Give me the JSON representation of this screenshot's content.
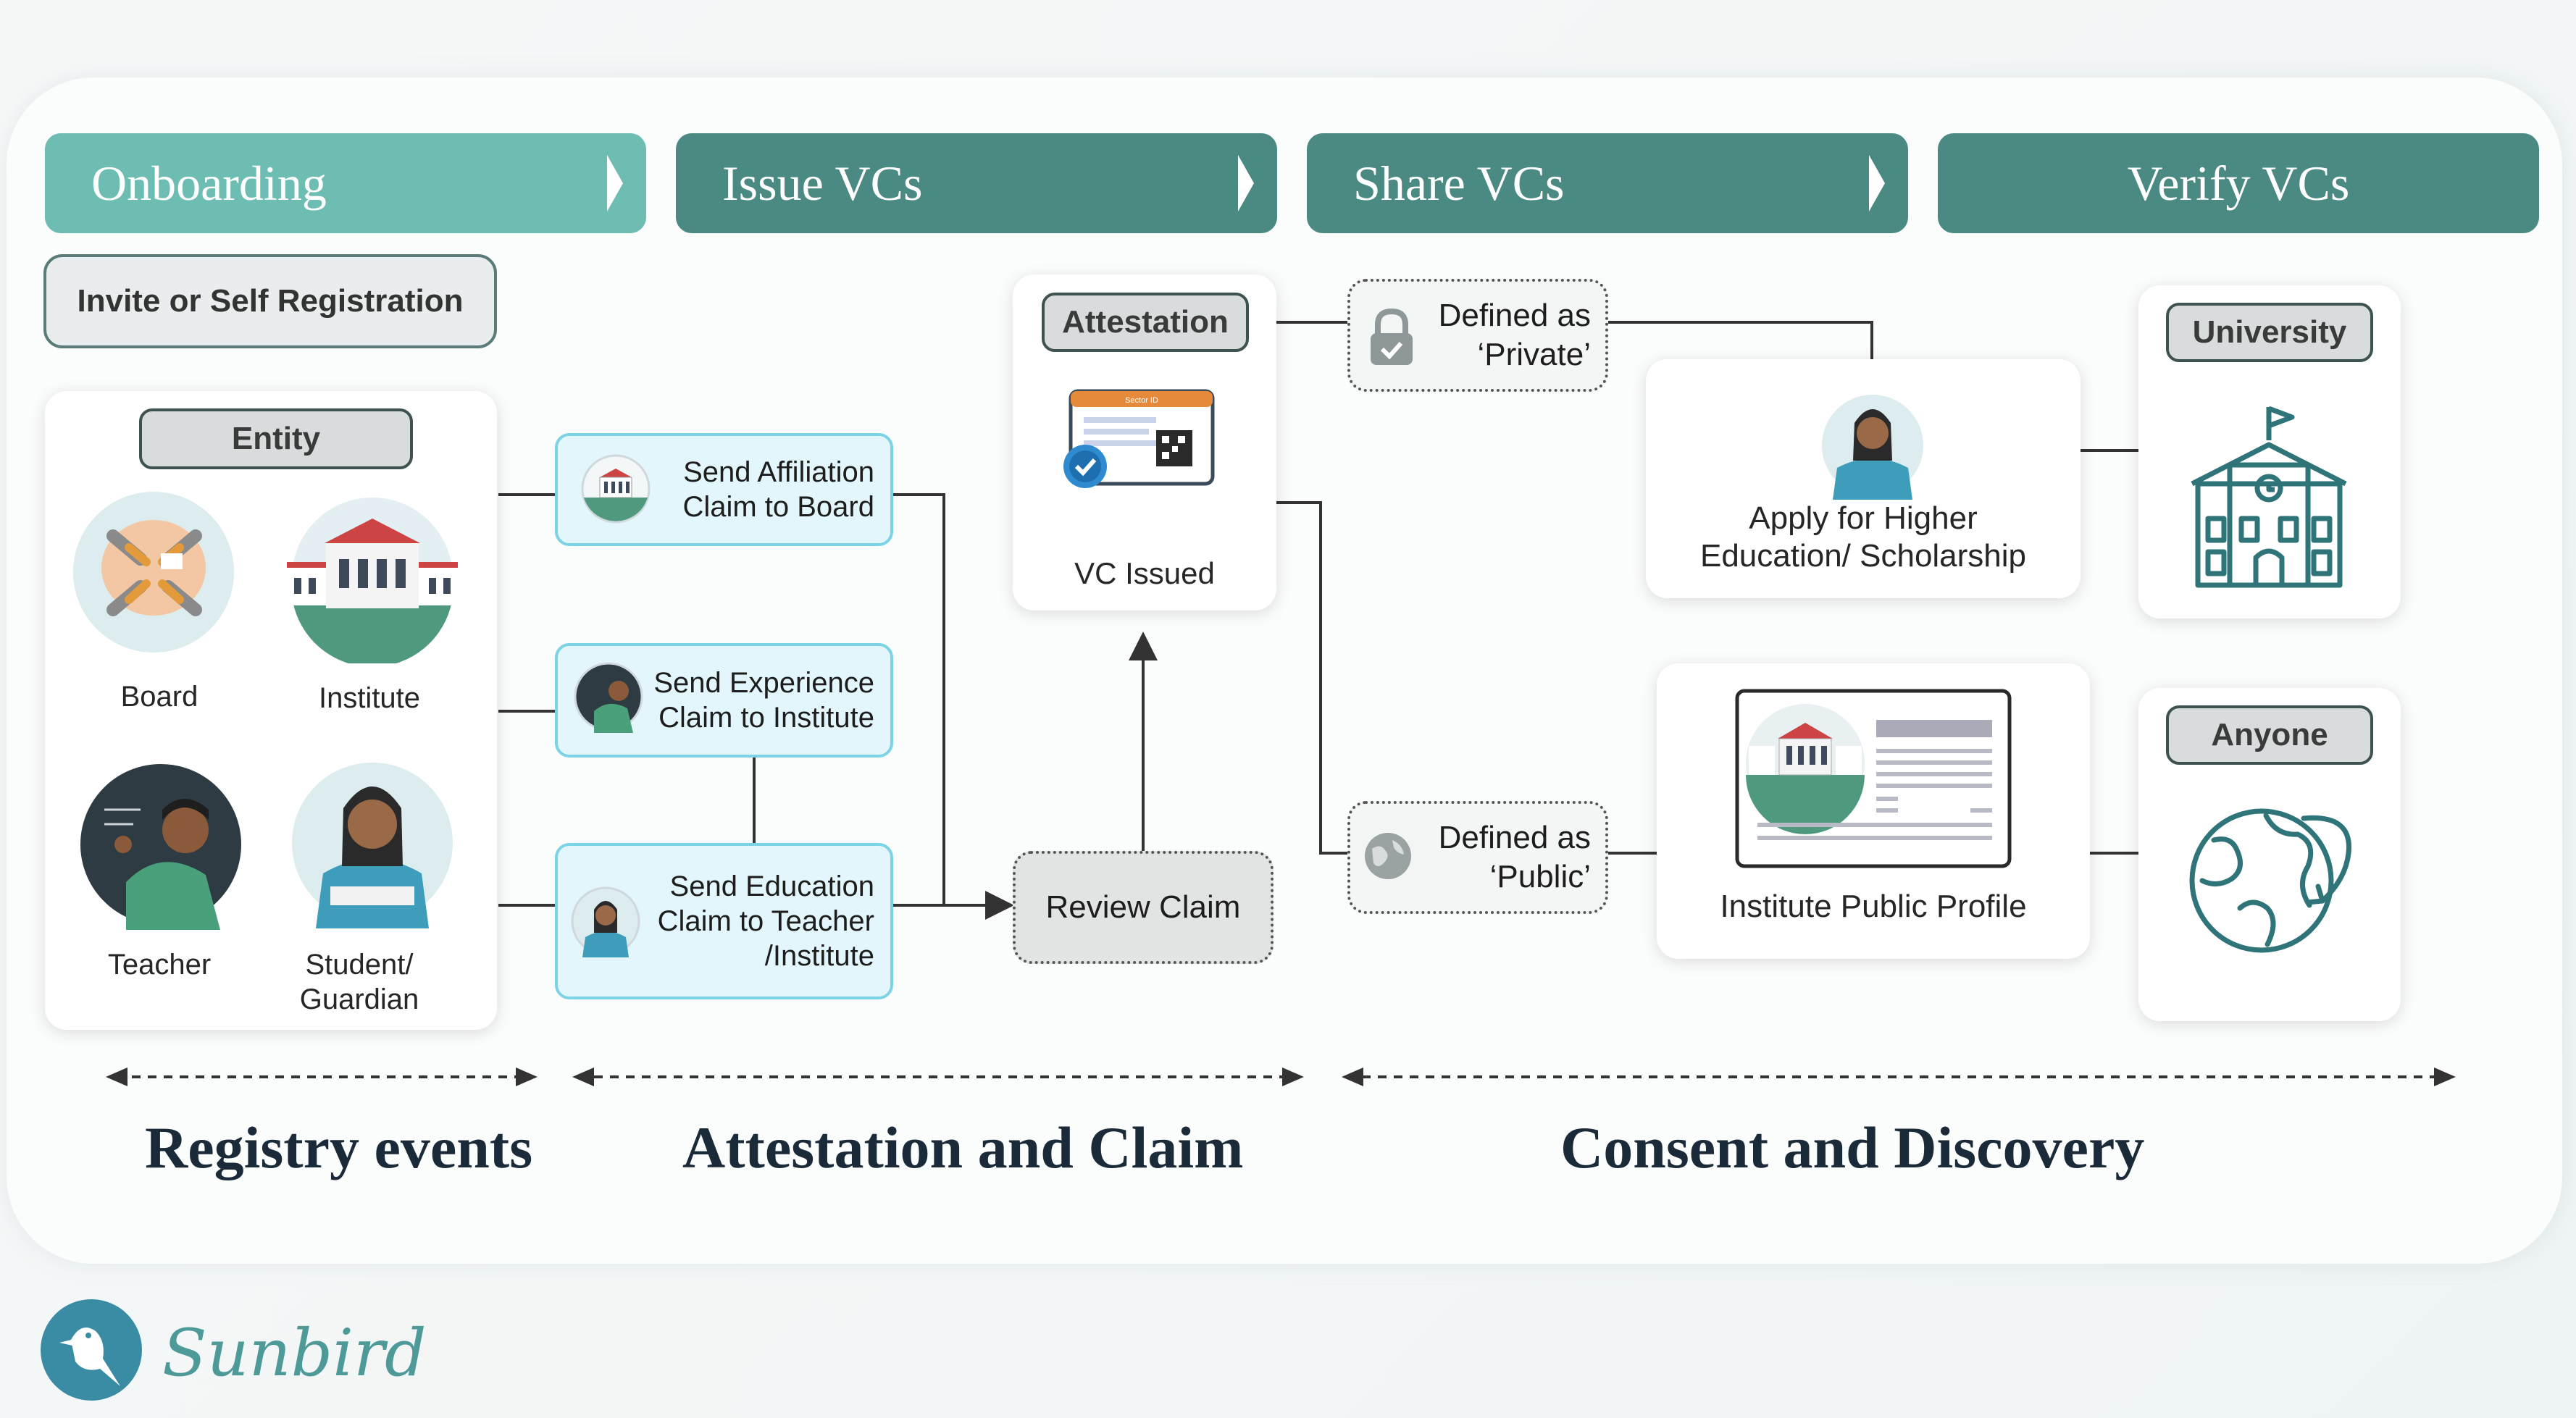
{
  "phases": [
    "Onboarding",
    "Issue VCs",
    "Share VCs",
    "Verify VCs"
  ],
  "registration": "Invite or Self Registration",
  "entity": {
    "title": "Entity",
    "items": [
      "Board",
      "Institute",
      "Teacher",
      "Student/\nGuardian"
    ]
  },
  "claims": [
    "Send Affiliation\nClaim to Board",
    "Send Experience\nClaim to Institute",
    "Send Education\nClaim to Teacher\n/Institute"
  ],
  "attestation": {
    "title": "Attestation",
    "issued": "VC Issued",
    "card_label": "Sector ID"
  },
  "review_claim": "Review Claim",
  "private": "Defined as\n‘Private’",
  "public": "Defined as\n‘Public’",
  "apply": "Apply for Higher\nEducation/ Scholarship",
  "public_profile": "Institute Public Profile",
  "university": "University",
  "anyone": "Anyone",
  "sections": [
    "Registry events",
    "Attestation and Claim",
    "Consent and Discovery"
  ],
  "brand": "Sunbird",
  "colors": {
    "teal_dark": "#4a8a82",
    "teal_light": "#6dbdb3",
    "claim_bg": "#e2f6fb",
    "claim_border": "#7cd3e5",
    "icon_teal": "#2f7478"
  }
}
